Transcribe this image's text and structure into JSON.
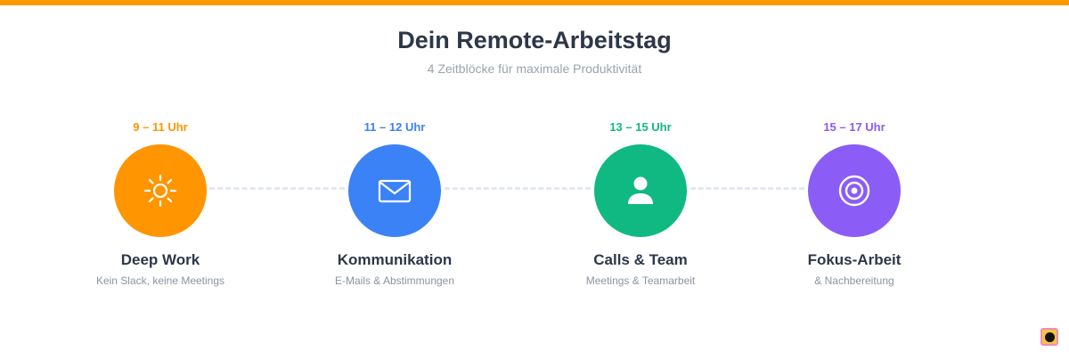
{
  "header": {
    "title": "Dein Remote-Arbeitstag",
    "subtitle": "4 Zeitblöcke für maximale Produktivität"
  },
  "colors": {
    "top_bar": "#ff9900",
    "connector": "#e2e8f0"
  },
  "blocks": [
    {
      "time": "9 – 11 Uhr",
      "title": "Deep Work",
      "description": "Kein Slack, keine Meetings",
      "icon": "sun-icon",
      "color": "#ff9500"
    },
    {
      "time": "11 – 12 Uhr",
      "title": "Kommunikation",
      "description": "E-Mails & Abstimmungen",
      "icon": "mail-icon",
      "color": "#3b82f6"
    },
    {
      "time": "13 – 15 Uhr",
      "title": "Calls & Team",
      "description": "Meetings & Teamarbeit",
      "icon": "person-icon",
      "color": "#10b981"
    },
    {
      "time": "15 – 17 Uhr",
      "title": "Fokus-Arbeit",
      "description": "& Nachbereitung",
      "icon": "target-icon",
      "color": "#8b5cf6"
    }
  ],
  "badge": {
    "icon": "brand-badge-icon",
    "border_color": "#f08dbb",
    "fill_color": "#f6c344"
  }
}
